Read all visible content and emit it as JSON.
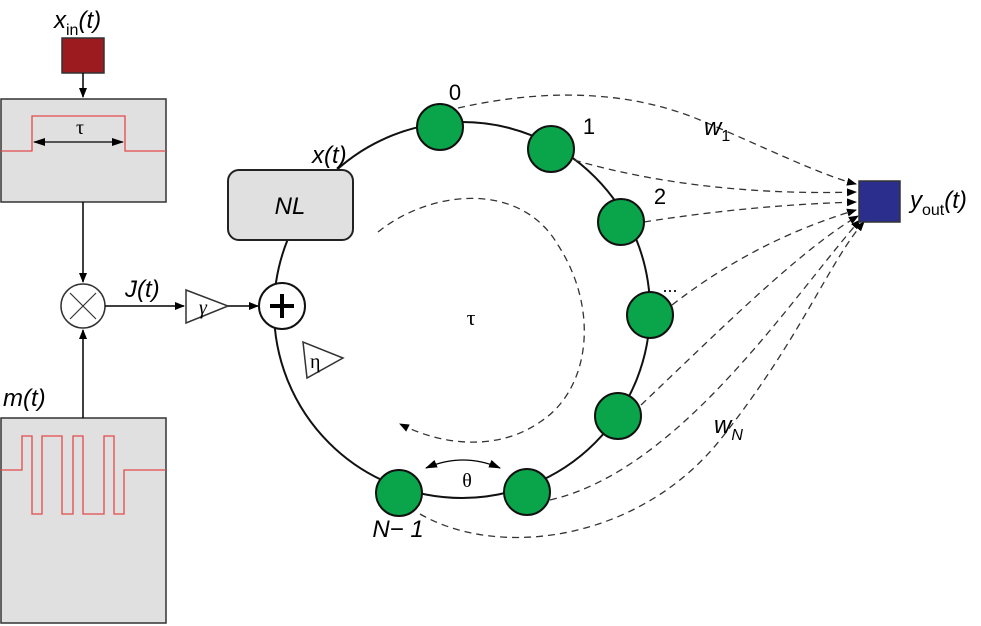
{
  "labels": {
    "input": "x",
    "input_sub": "in",
    "input_arg": "(t)",
    "mask": "m(t)",
    "injection": "J(t)",
    "gain_input": "γ",
    "gain_feedback": "η",
    "nonlinearity": "NL",
    "state": "x(t)",
    "delay_outer": "τ",
    "delay_inner": "τ",
    "node_separation": "θ",
    "node_0": "0",
    "node_1": "1",
    "node_2": "2",
    "node_dots": "...",
    "node_last": "N− 1",
    "weight_first": "w",
    "weight_first_sub": "1",
    "weight_last": "w",
    "weight_last_sub": "N",
    "output": "y",
    "output_sub": "out",
    "output_arg": "(t)"
  },
  "colors": {
    "input_square": "#9b1b1e",
    "output_square": "#2b2e8c",
    "node": "#0aa54a",
    "signal": "#e34a4a",
    "box": "#e0e0e0"
  }
}
